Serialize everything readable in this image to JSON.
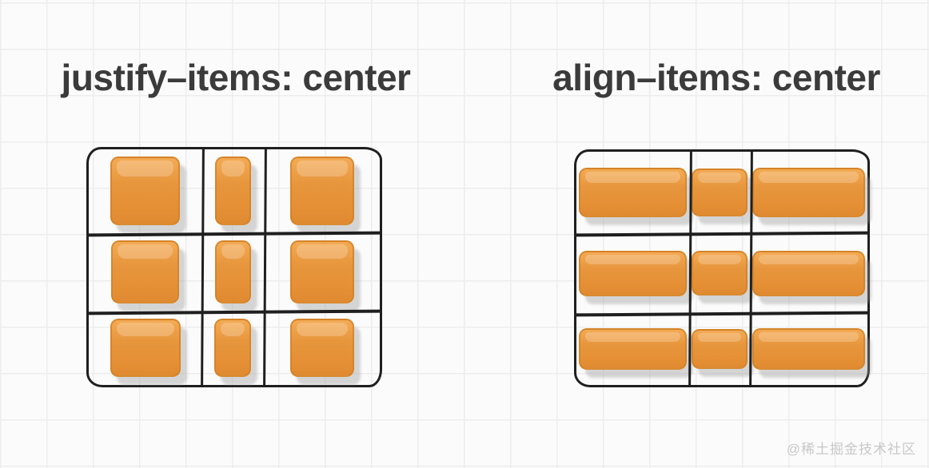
{
  "panels": {
    "left": {
      "title": "justify–items: center"
    },
    "right": {
      "title": "align–items: center"
    }
  },
  "watermark": "@稀土掘金技术社区",
  "grid": {
    "rows": 3,
    "columns": 3
  },
  "colors": {
    "item_fill": "#e6923a",
    "item_highlight": "#f3ab55",
    "item_border": "#d08026",
    "outline_ink": "#1f1f1f",
    "title_text": "#3b3b3b",
    "background": "#fbfbfb",
    "graph_paper_line": "#ededed",
    "watermark_text": "#c8c8c8",
    "item_shadow": "#cfcfcf"
  }
}
